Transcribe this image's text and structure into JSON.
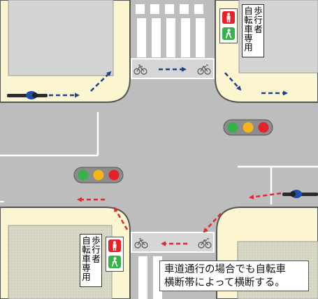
{
  "diagram": {
    "sign_top": {
      "col1": "歩行者",
      "col2": "自転車専用"
    },
    "sign_bottom": {
      "col1": "歩行者",
      "col2": "自転車専用"
    },
    "note": {
      "line1": "車道通行の場合でも自転車",
      "line2": "横断帯によって横断する。"
    },
    "colors": {
      "road": "#bdbdbd",
      "sidewalk": "#fbf6cf",
      "curb": "#555555",
      "building": "#d3d3d3",
      "arrow_blue": "#1f3f8a",
      "arrow_red": "#e3262b",
      "signal_red": "#e7212a",
      "signal_yellow": "#f6b51b",
      "signal_green": "#35b34a"
    },
    "icons": [
      "bicycle-icon",
      "cyclist-icon",
      "pedestrian-stop-icon",
      "pedestrian-go-icon",
      "traffic-signal-icon"
    ]
  }
}
